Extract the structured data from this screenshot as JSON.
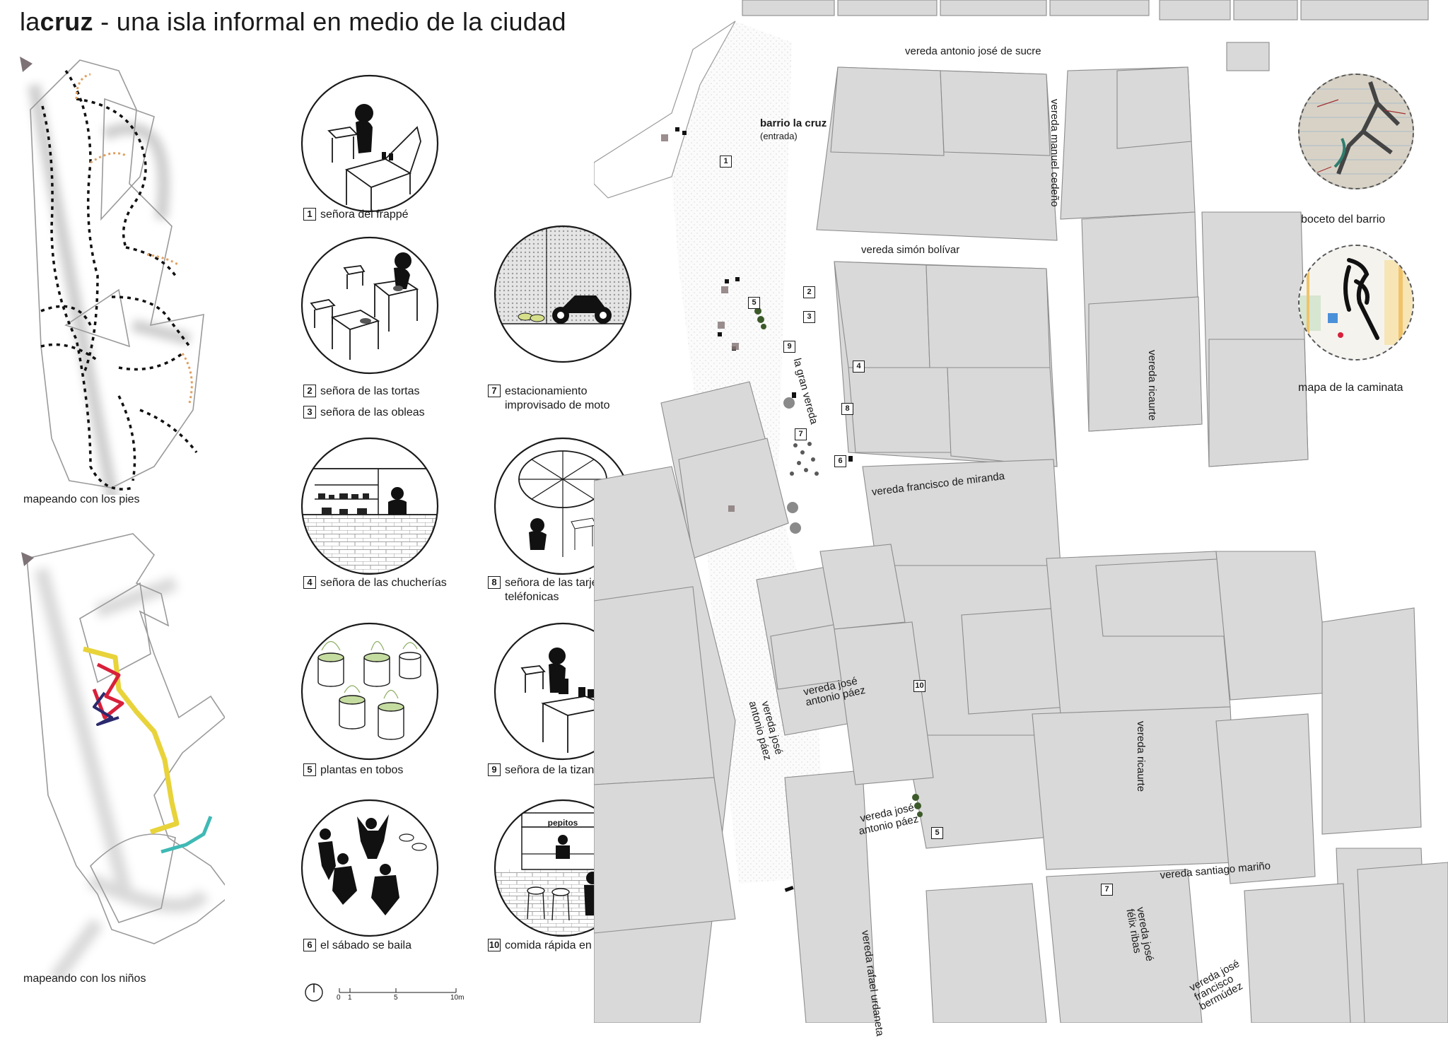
{
  "title": {
    "prefix": "la",
    "bold": "cruz",
    "rest": " - una isla informal en medio de la ciudad"
  },
  "left_maps": {
    "feet_caption": "mapeando con los pies",
    "kids_caption": "mapeando con los niños"
  },
  "legend": [
    {
      "num": "1",
      "label": "señora del frappé"
    },
    {
      "num": "2",
      "label": "señora de las tortas"
    },
    {
      "num": "3",
      "label": "señora de las obleas"
    },
    {
      "num": "4",
      "label": "señora de las chucherías"
    },
    {
      "num": "5",
      "label": "plantas en tobos"
    },
    {
      "num": "6",
      "label": "el sábado se baila"
    },
    {
      "num": "7",
      "label": "estacionamiento improvisado de moto"
    },
    {
      "num": "8",
      "label": "señora de las tarjetas teléfonicas"
    },
    {
      "num": "9",
      "label": "señora de la tizana"
    },
    {
      "num": "10",
      "label": "comida rápida en una casa"
    }
  ],
  "vignettes": {
    "pepitos_sign": "pepitos"
  },
  "scale_bar": {
    "t0": "0",
    "t1": "1",
    "t5": "5",
    "t10": "10m"
  },
  "map_labels": {
    "sucre": "vereda antonio josé de sucre",
    "cedeno": "vereda manuel cedeño",
    "barrio": "barrio la cruz",
    "entrada": "(entrada)",
    "bolivar": "vereda simón bolívar",
    "gran_vereda": "la gran vereda",
    "ricaurte1": "vereda ricaurte",
    "miranda": "vereda francisco de miranda",
    "paez1": "vereda josé antonio páez",
    "paez2a": "vereda josé",
    "paez2b": "antonio páez",
    "paez3a": "vereda josé",
    "paez3b": "antonio páez",
    "ricaurte2": "vereda ricaurte",
    "marino": "vereda santiago mariño",
    "ribas": "vereda josé félix ribas",
    "urdaneta": "vereda rafael urdaneta",
    "bermudez": "vereda josé francisco bermúdez"
  },
  "map_markers": [
    "1",
    "2",
    "3",
    "5",
    "9",
    "4",
    "8",
    "7",
    "6",
    "10",
    "5",
    "7"
  ],
  "photos": {
    "sketch_caption": "boceto del barrio",
    "walk_caption": "mapa de la caminata"
  },
  "colors": {
    "block_fill": "#d9d9d9",
    "block_stroke": "#8c8c8c",
    "path_yellow": "#e8d33a",
    "path_red": "#d8203a",
    "path_navy": "#2b2a6e",
    "path_teal": "#3fb9b5",
    "path_orange": "#e0a060"
  }
}
